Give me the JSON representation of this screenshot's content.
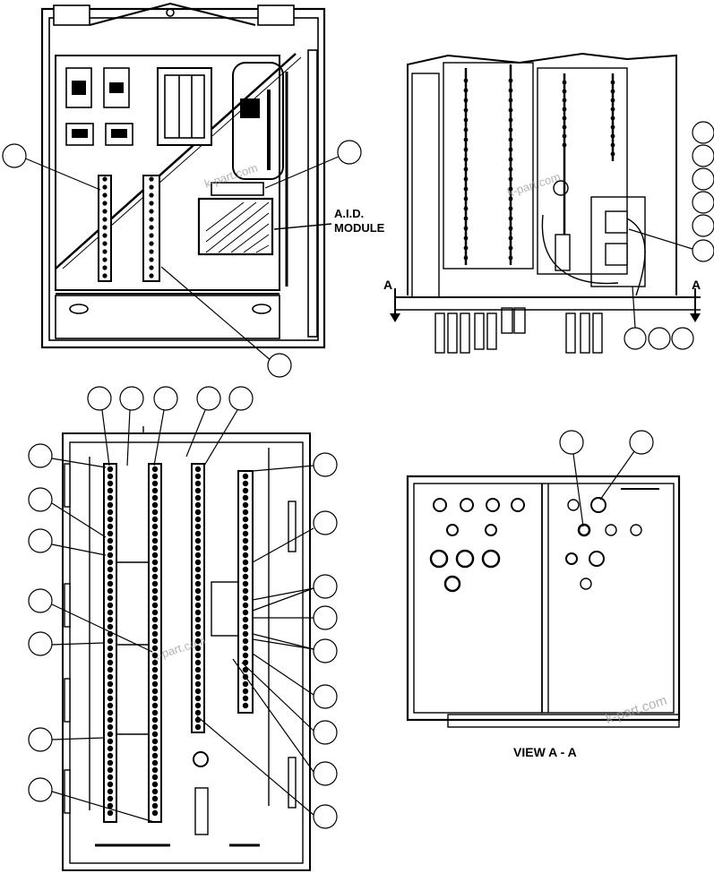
{
  "labels": {
    "aid_module_line1": "A.I.D.",
    "aid_module_line2": "MODULE",
    "section_arrow_left": "A",
    "section_arrow_right": "A",
    "view_title": "VIEW A - A"
  },
  "watermarks": [
    "k-part.com",
    "k-part.com",
    "k-part.com",
    "k-part.com"
  ],
  "colors": {
    "ink": "#000000",
    "paper": "#ffffff",
    "watermark": "#9a9a9a"
  }
}
